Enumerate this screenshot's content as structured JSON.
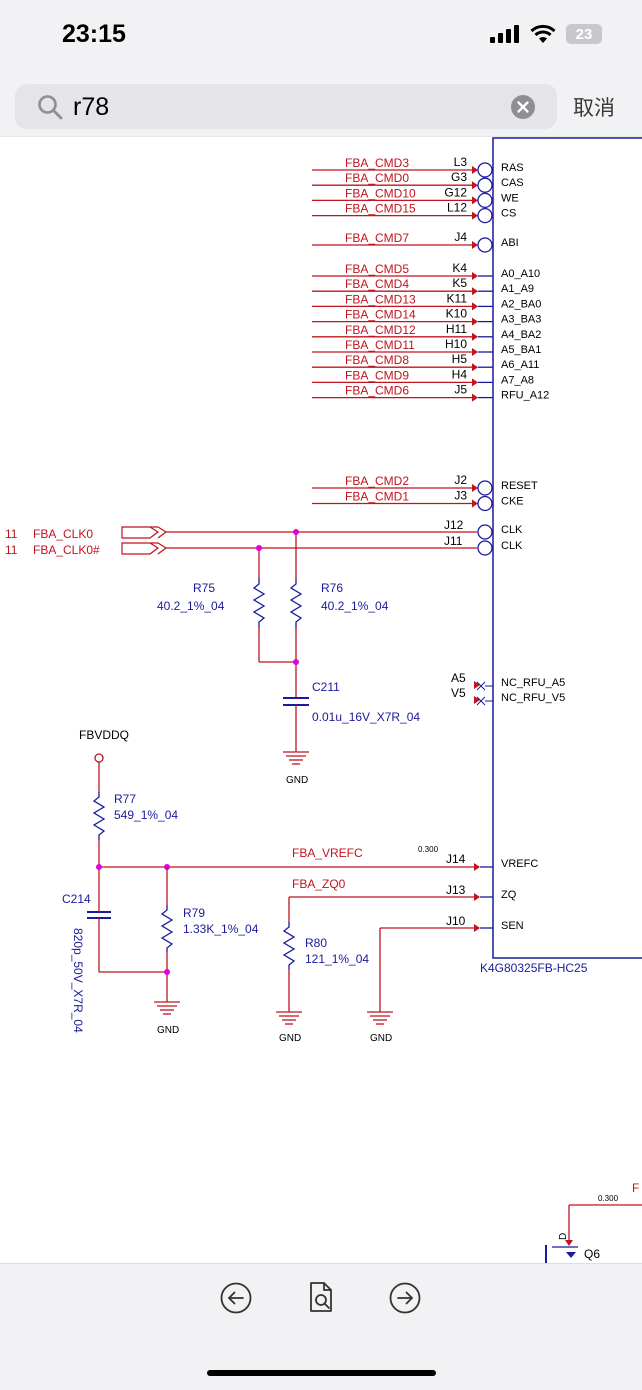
{
  "status": {
    "time": "23:15",
    "battery": "23"
  },
  "search": {
    "query": "r78",
    "cancel_label": "取消"
  },
  "schematic": {
    "chip": {
      "ref": "K4G80325FB-HC25"
    },
    "nets_top": [
      {
        "net": "FBA_CMD3",
        "ball": "L3",
        "pin": "RAS"
      },
      {
        "net": "FBA_CMD0",
        "ball": "G3",
        "pin": "CAS"
      },
      {
        "net": "FBA_CMD10",
        "ball": "G12",
        "pin": "WE"
      },
      {
        "net": "FBA_CMD15",
        "ball": "L12",
        "pin": "CS"
      }
    ],
    "net_abi": {
      "net": "FBA_CMD7",
      "ball": "J4",
      "pin": "ABI"
    },
    "nets_addr": [
      {
        "net": "FBA_CMD5",
        "ball": "K4",
        "pin": "A0_A10"
      },
      {
        "net": "FBA_CMD4",
        "ball": "K5",
        "pin": "A1_A9"
      },
      {
        "net": "FBA_CMD13",
        "ball": "K11",
        "pin": "A2_BA0"
      },
      {
        "net": "FBA_CMD14",
        "ball": "K10",
        "pin": "A3_BA3"
      },
      {
        "net": "FBA_CMD12",
        "ball": "H11",
        "pin": "A4_BA2"
      },
      {
        "net": "FBA_CMD11",
        "ball": "H10",
        "pin": "A5_BA1"
      },
      {
        "net": "FBA_CMD8",
        "ball": "H5",
        "pin": "A6_A11"
      },
      {
        "net": "FBA_CMD9",
        "ball": "H4",
        "pin": "A7_A8"
      },
      {
        "net": "FBA_CMD6",
        "ball": "J5",
        "pin": "RFU_A12"
      }
    ],
    "nets_ctrl": [
      {
        "net": "FBA_CMD2",
        "ball": "J2",
        "pin": "RESET"
      },
      {
        "net": "FBA_CMD1",
        "ball": "J3",
        "pin": "CKE"
      }
    ],
    "clk": [
      {
        "page": "11",
        "net": "FBA_CLK0",
        "ball": "J12",
        "pin": "CLK"
      },
      {
        "page": "11",
        "net": "FBA_CLK0#",
        "ball": "J11",
        "pin": "CLK"
      }
    ],
    "nc": [
      {
        "ball": "A5",
        "pin": "NC_RFU_A5"
      },
      {
        "ball": "V5",
        "pin": "NC_RFU_V5"
      }
    ],
    "bottom_pins": [
      {
        "net": "FBA_VREFC",
        "ball": "J14",
        "pin": "VREFC"
      },
      {
        "net": "FBA_ZQ0",
        "ball": "J13",
        "pin": "ZQ"
      },
      {
        "net": "",
        "ball": "J10",
        "pin": "SEN"
      }
    ],
    "width_note": "0.300",
    "width_note2": "0.300",
    "components": {
      "r75": {
        "ref": "R75",
        "val": "40.2_1%_04"
      },
      "r76": {
        "ref": "R76",
        "val": "40.2_1%_04"
      },
      "c211": {
        "ref": "C211",
        "val": "0.01u_16V_X7R_04"
      },
      "r77": {
        "ref": "R77",
        "val": "549_1%_04"
      },
      "c214": {
        "ref": "C214",
        "val": "820p_50V_X7R_04"
      },
      "r79": {
        "ref": "R79",
        "val": "1.33K_1%_04"
      },
      "r80": {
        "ref": "R80",
        "val": "121_1%_04"
      },
      "q6": {
        "ref": "Q6",
        "pin": "D"
      }
    },
    "power": {
      "fbvddq": "FBVDDQ",
      "gnd": "GND"
    },
    "edge_label": "F"
  },
  "colors": {
    "wire_red": "#c0141e",
    "wire_blue": "#1a1a9a",
    "junction": "#e000e0",
    "accent_ios": "#007aff"
  },
  "icons": {
    "search": "search-icon",
    "clear": "clear-icon",
    "prev": "arrow-left-circle-icon",
    "find": "document-search-icon",
    "next": "arrow-right-circle-icon"
  }
}
